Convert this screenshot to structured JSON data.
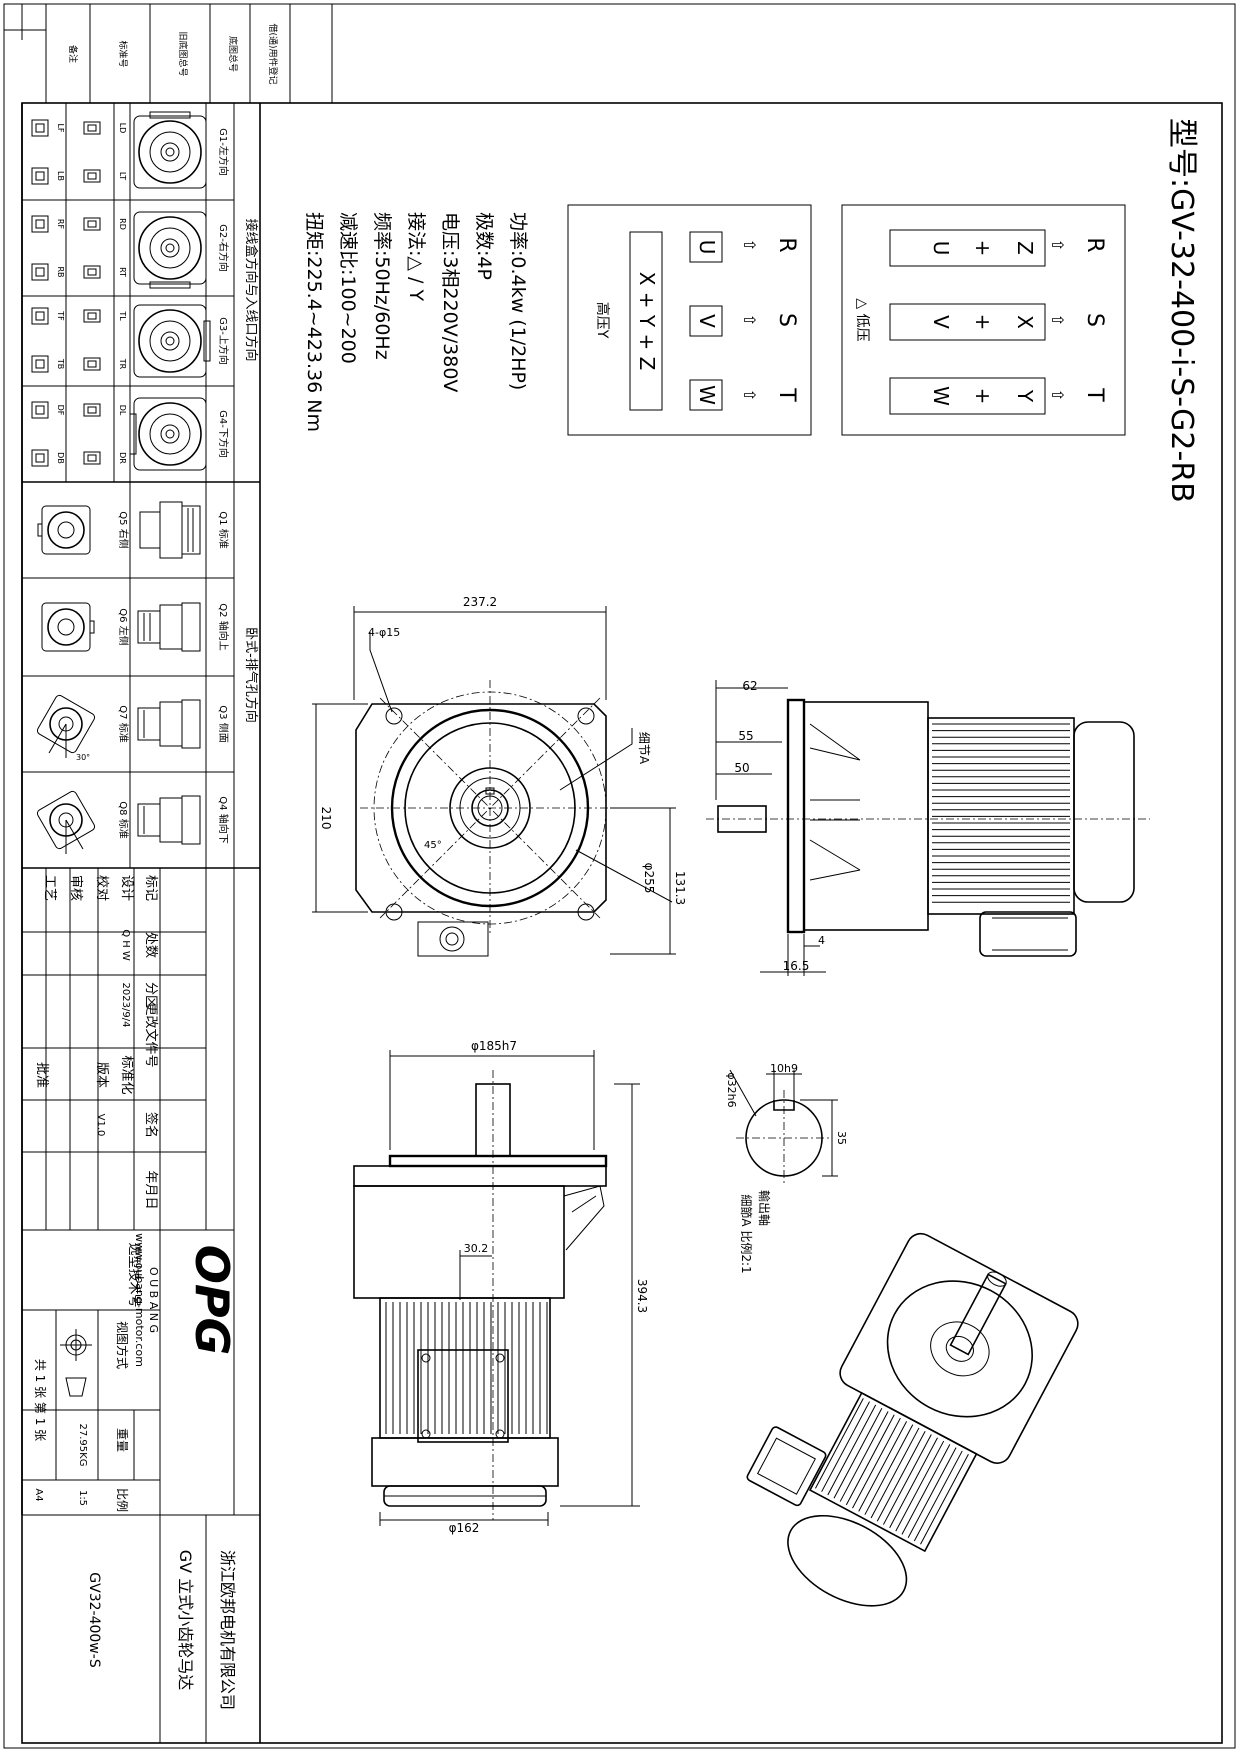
{
  "model": "型号:GV-32-400-i-S-G2-RB",
  "specs": {
    "power": "功率:0.4kw (1/2HP)",
    "poles": "极数:4P",
    "voltage": "电压:3相220V/380V",
    "wiring": "接法:△ / Y",
    "frequency": "频率:50Hz/60Hz",
    "ratio": "减速比:100~200",
    "torque": "扭矩:225.4~423.36 Nm"
  },
  "wiring_low": {
    "label": "△ 低压",
    "supply": [
      "R",
      "S",
      "T"
    ],
    "arrow": "⇧",
    "pairs": [
      [
        "Z",
        "+",
        "U"
      ],
      [
        "X",
        "+",
        "V"
      ],
      [
        "Y",
        "+",
        "W"
      ]
    ]
  },
  "wiring_high": {
    "label": "高压Y",
    "supply": [
      "R",
      "S",
      "T"
    ],
    "arrow": "⇧",
    "terminals": [
      "U",
      "V",
      "W"
    ],
    "star": "X + Y + Z"
  },
  "dimensions": {
    "d_237": "237.2",
    "d_4phi15": "4-φ15",
    "d_210": "210",
    "d_45": "45°",
    "d_phi255": "φ255",
    "d_1313": "131.3",
    "detail_a": "细节A",
    "d_62": "62",
    "d_55": "55",
    "d_50": "50",
    "d_4": "4",
    "d_165": "16.5",
    "d_phi185": "φ185h7",
    "d_302": "30.2",
    "d_3943": "394.3",
    "d_phi162": "φ162",
    "d_10h9": "10h9",
    "d_phi32": "φ32h6",
    "d_35": "35",
    "shaft_note1": "輸出軸",
    "shaft_note2": "細節A 比例2:1"
  },
  "side_panel": {
    "header1": "接线盒方向与入线口方向",
    "header2": "卧式-排气孔方向",
    "g_labels": [
      "G1-左方向",
      "G2-右方向",
      "G3-上方向",
      "G4-下方向"
    ],
    "box_labels": [
      [
        "LD",
        "LT",
        "LF",
        "LB"
      ],
      [
        "RD",
        "RT",
        "RF",
        "RB"
      ],
      [
        "TL",
        "TR",
        "TF",
        "TB"
      ],
      [
        "DL",
        "DR",
        "DF",
        "DB"
      ]
    ],
    "q_labels": [
      "Q1 标准",
      "Q2 轴向上",
      "Q3 侧面",
      "Q4 轴向下"
    ],
    "q_labels2": [
      "Q5 右侧",
      "Q6 左侧",
      "Q7 标准",
      "Q8 标准"
    ],
    "angle": "30°"
  },
  "titleblock": {
    "biaoji": "标记",
    "chushu": "处数",
    "fenqu": "分区",
    "genggai": "更改文件号",
    "qianming": "签名",
    "nianyueri": "年月日",
    "sheji": "设计",
    "jiaodui": "校对",
    "shenhe": "审核",
    "gongyi": "工艺",
    "biaozhunhua": "标准化",
    "banben": "版本",
    "pizhun": "批准",
    "designer": "Q H W",
    "date": "2023/9/4",
    "version": "V1.0",
    "xuanxing": "选型技术号",
    "shitu": "视图方式",
    "zhongliang": "重量",
    "bili": "比例",
    "weight": "27.95KG",
    "scale": "1:5",
    "sheets": "共 1 张 第 1 张",
    "paper": "A4",
    "brand": "OPG",
    "brand_sub": "O U B A N G",
    "website": "www.oubang-motor.com",
    "company": "浙江欧邦电机有限公司",
    "product": "GV 立式小齿轮马达",
    "part_no": "GV32-400w-S"
  },
  "top_strip": [
    "备注",
    "标准号",
    "旧底图总号",
    "底图总号",
    "借(通)用件登记"
  ]
}
